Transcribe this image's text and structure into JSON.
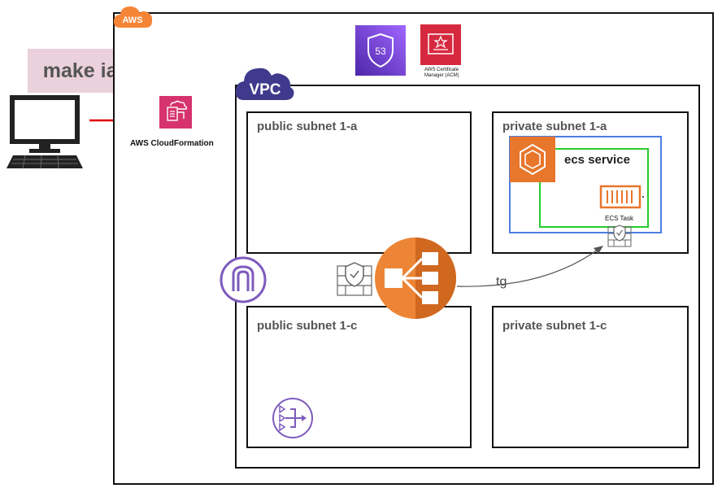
{
  "command": "make iac-deploy",
  "aws_badge": "AWS",
  "vpc_badge": "VPC",
  "cloudformation_label": "AWS CloudFormation",
  "route53_label": "53",
  "acm_label_line1": "AWS Certificate",
  "acm_label_line2": "Manager (ACM)",
  "subnets": {
    "public_a": "public subnet 1-a",
    "private_a": "private subnet 1-a",
    "public_c": "public subnet 1-c",
    "private_c": "private subnet 1-c"
  },
  "ecs_service_label": "ecs service",
  "ecs_task_label": "ECS Task",
  "tg_label": "tg",
  "icons": {
    "computer": "desktop-computer-icon",
    "cloudformation": "cloudformation-icon",
    "route53": "route53-shield-icon",
    "acm": "certificate-icon",
    "internet_gateway": "internet-gateway-icon",
    "waf": "firewall-shield-icon",
    "alb": "load-balancer-icon",
    "ecs": "ecs-icon",
    "task": "container-icon",
    "nat": "nat-gateway-icon"
  },
  "colors": {
    "aws_orange": "#f58536",
    "vpc_purple": "#3f3a8c",
    "route53_purple": "#6b4bd6",
    "acm_red": "#d6293f",
    "cf_pink": "#d6336c",
    "alb_orange": "#ec8535",
    "ecs_orange": "#e8762b",
    "igw_purple": "#7d5bbd",
    "service_blue": "#4d7de0",
    "task_green": "#26cc2b",
    "arrow_red": "#e00000"
  }
}
